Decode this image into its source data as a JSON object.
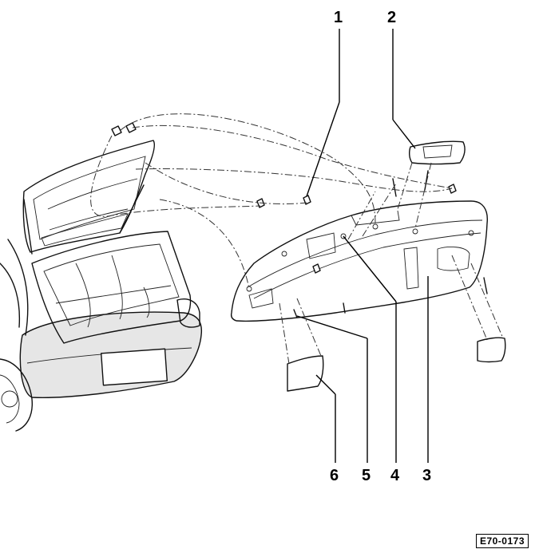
{
  "diagram": {
    "callouts": [
      {
        "id": "1",
        "text": "1"
      },
      {
        "id": "2",
        "text": "2"
      },
      {
        "id": "3",
        "text": "3"
      },
      {
        "id": "4",
        "text": "4"
      },
      {
        "id": "5",
        "text": "5"
      },
      {
        "id": "6",
        "text": "6"
      }
    ],
    "reference_code": "E70-0173"
  }
}
